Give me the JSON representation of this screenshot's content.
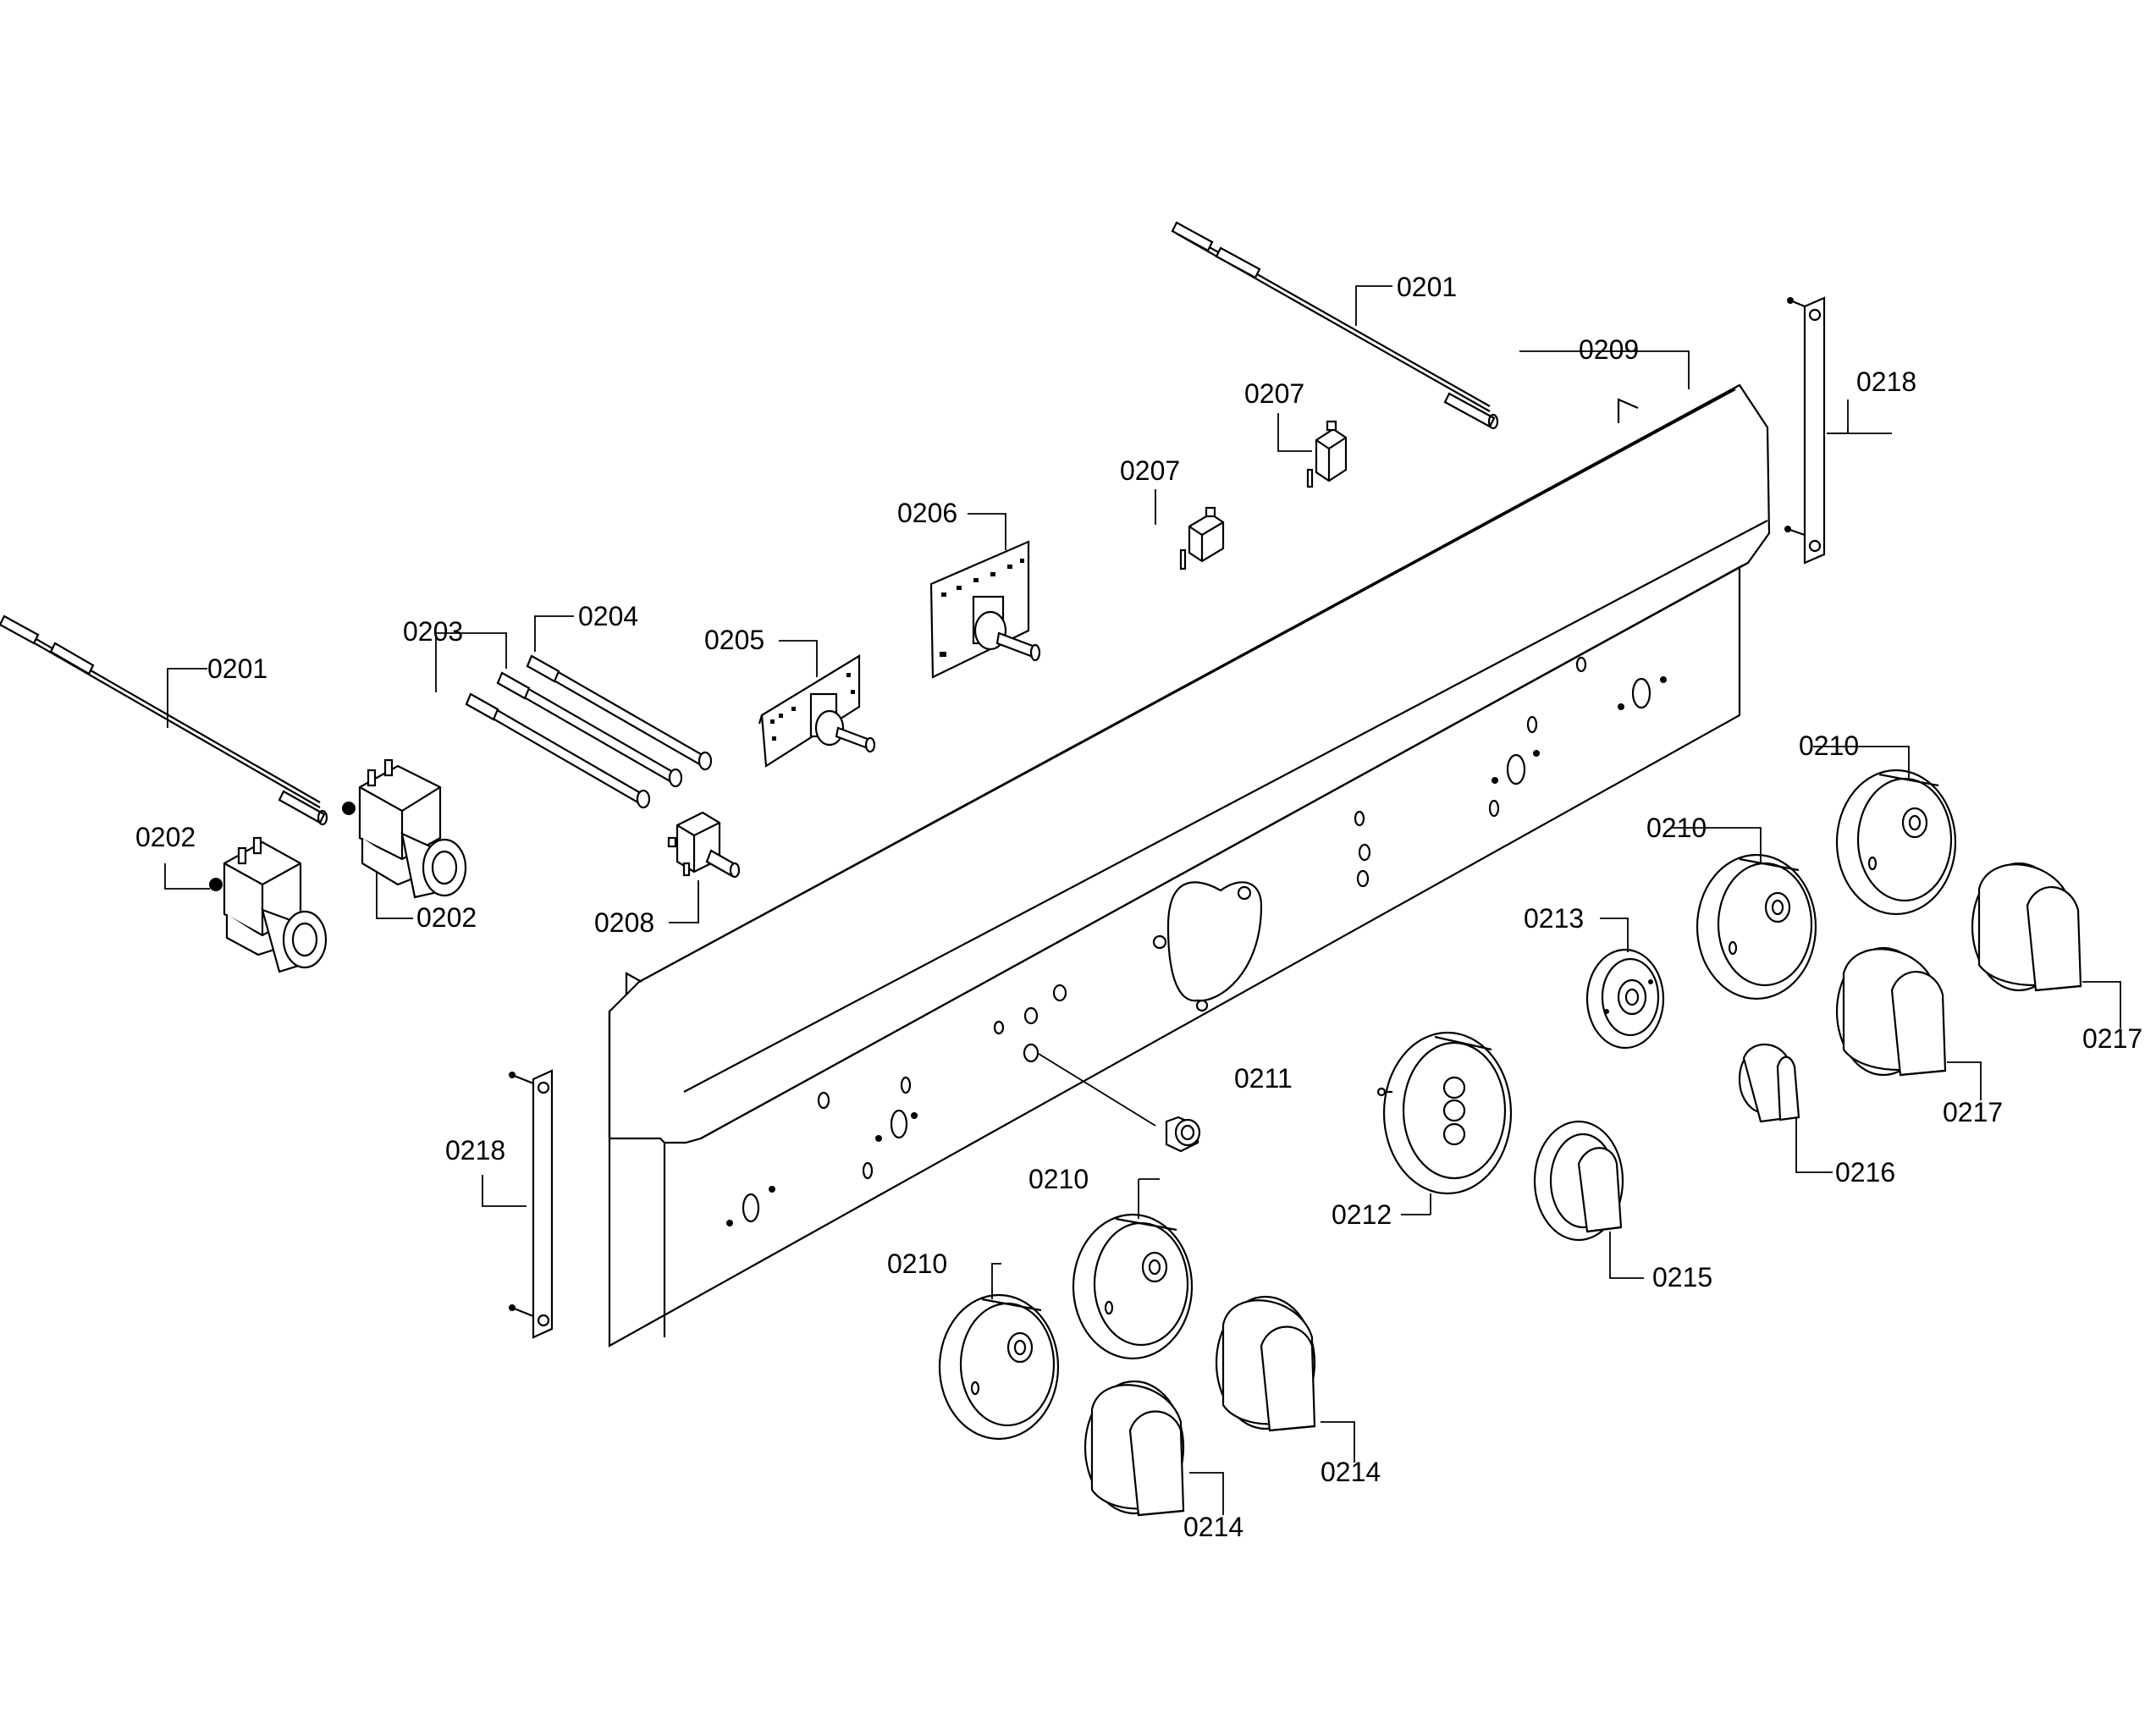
{
  "labels": [
    {
      "id": "0201a",
      "text": "0201"
    },
    {
      "id": "0201b",
      "text": "0201"
    },
    {
      "id": "0202a",
      "text": "0202"
    },
    {
      "id": "0202b",
      "text": "0202"
    },
    {
      "id": "0203",
      "text": "0203"
    },
    {
      "id": "0204",
      "text": "0204"
    },
    {
      "id": "0205",
      "text": "0205"
    },
    {
      "id": "0206",
      "text": "0206"
    },
    {
      "id": "0207a",
      "text": "0207"
    },
    {
      "id": "0207b",
      "text": "0207"
    },
    {
      "id": "0208",
      "text": "0208"
    },
    {
      "id": "0209",
      "text": "0209"
    },
    {
      "id": "0210a",
      "text": "0210"
    },
    {
      "id": "0210b",
      "text": "0210"
    },
    {
      "id": "0210c",
      "text": "0210"
    },
    {
      "id": "0210d",
      "text": "0210"
    },
    {
      "id": "0211",
      "text": "0211"
    },
    {
      "id": "0212",
      "text": "0212"
    },
    {
      "id": "0213",
      "text": "0213"
    },
    {
      "id": "0214a",
      "text": "0214"
    },
    {
      "id": "0214b",
      "text": "0214"
    },
    {
      "id": "0215",
      "text": "0215"
    },
    {
      "id": "0216",
      "text": "0216"
    },
    {
      "id": "0217a",
      "text": "0217"
    },
    {
      "id": "0217b",
      "text": "0217"
    },
    {
      "id": "0218a",
      "text": "0218"
    },
    {
      "id": "0218b",
      "text": "0218"
    }
  ]
}
